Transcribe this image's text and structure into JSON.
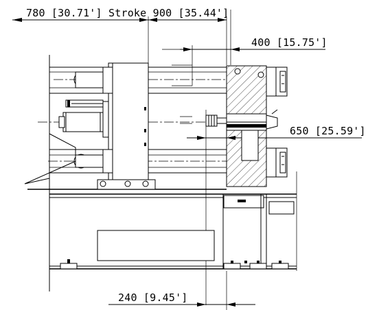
{
  "drawing": {
    "dimensions": {
      "top_left": "780 [30.71'] Stroke 900 [35.44']",
      "right_upper": "400 [15.75']",
      "right_middle": "650 [25.59']",
      "bottom": "240 [9.45']"
    }
  }
}
